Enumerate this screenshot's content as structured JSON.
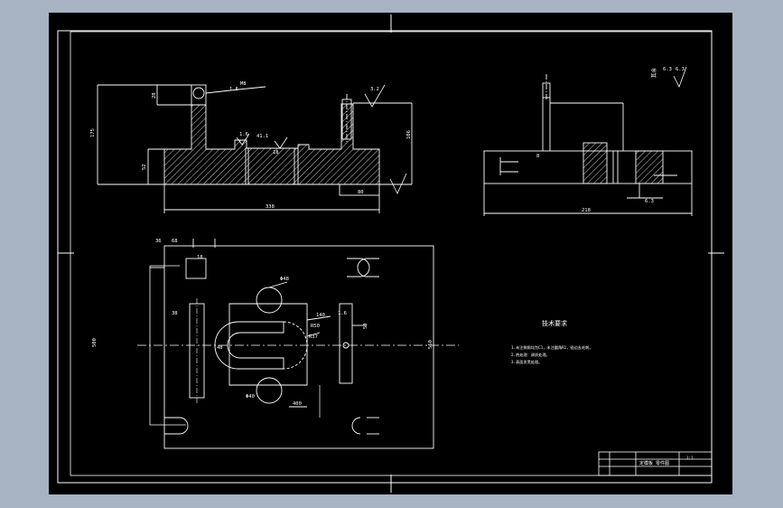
{
  "drawing": {
    "type": "cad-mold-plate",
    "background": "#000000",
    "viewport_background": "#a7b3c3",
    "line_color": "#ffffff",
    "center_line_color": "#ffffff",
    "hatch_color": "#ffffff"
  },
  "dimensions": {
    "front_top_left": "M8",
    "front_top_small": "1.6",
    "front_height_total": "175",
    "front_body_height": "52",
    "front_step_1": "28",
    "front_slot": "1.6",
    "front_slot_w": "41.1",
    "front_slot_dim": "18",
    "front_width_bottom": "338",
    "front_right_height": "106",
    "front_right_small": "80",
    "front_tol": "3.2",
    "side_top_small": "6.3",
    "side_top_num": "8",
    "side_width": "218",
    "side_bottom_small": "6.3",
    "plan_top_1": "36",
    "plan_top_2": "68",
    "plan_top_3": "18",
    "plan_left_height": "500",
    "plan_slot_dim": "38",
    "plan_center_r1": "R50",
    "plan_center_r2": "R37",
    "plan_circle_dia": "Φ48",
    "plan_center_w": "48",
    "plan_right_h": "50",
    "plan_right_hw": "140",
    "plan_right_small": "1.6",
    "plan_side_dim": "560",
    "plan_bottom_dim": "Φ40",
    "plan_inner_dim": "400"
  },
  "notes": {
    "title": "技术要求",
    "lines": [
      "1.未注倒角均为C1，未注圆角R1，锐边去毛刺。",
      "2.热处理：调质处理。",
      "3.表面发黑处理。"
    ],
    "roughness_label": "其余",
    "roughness_value": "6.3"
  },
  "title_block": {
    "part_name": "定模板 零件图",
    "scale": "1:1"
  }
}
